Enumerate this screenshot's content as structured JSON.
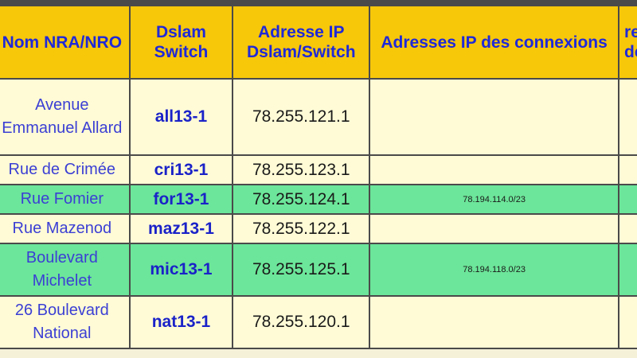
{
  "table": {
    "headers": {
      "name": "Nom NRA/NRO",
      "dslam": "Dslam Switch",
      "ip_dslam": "Adresse IP Dslam/Switch",
      "ip_connexions": "Adresses IP des connexions",
      "extra_line1": "re",
      "extra_line2": "de"
    },
    "rows": [
      {
        "name": "Avenue Emmanuel Allard",
        "dslam": "all13-1",
        "ip": "78.255.121.1",
        "connexions": "",
        "highlight": false
      },
      {
        "name": "Rue de Crimée",
        "dslam": "cri13-1",
        "ip": "78.255.123.1",
        "connexions": "",
        "highlight": false
      },
      {
        "name": "Rue Fomier",
        "dslam": "for13-1",
        "ip": "78.255.124.1",
        "connexions": "78.194.114.0/23",
        "highlight": true
      },
      {
        "name": "Rue Mazenod",
        "dslam": "maz13-1",
        "ip": "78.255.122.1",
        "connexions": "",
        "highlight": false
      },
      {
        "name": "Boulevard Michelet",
        "dslam": "mic13-1",
        "ip": "78.255.125.1",
        "connexions": "78.194.118.0/23",
        "highlight": true
      },
      {
        "name": "26 Boulevard National",
        "dslam": "nat13-1",
        "ip": "78.255.120.1",
        "connexions": "",
        "highlight": false
      }
    ]
  },
  "colors": {
    "header_bg": "#f7c70a",
    "header_text": "#1f29d8",
    "row_bg": "#fffbd6",
    "highlight_row_bg": "#6ce69a",
    "border": "#4a4a4a"
  }
}
